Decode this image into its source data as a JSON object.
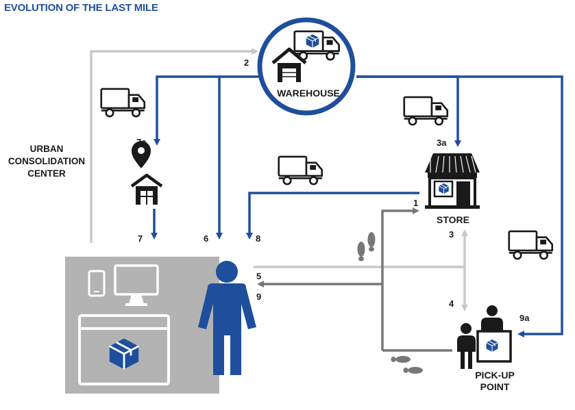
{
  "title": "EVOLUTION OF THE LAST MILE",
  "colors": {
    "blue": "#1f4f9c",
    "light_gray": "#c8c8c8",
    "dark_gray": "#777777",
    "panel_gray": "#b3b3b3",
    "black": "#1a1a1a"
  },
  "nodes": {
    "warehouse": "WAREHOUSE",
    "store": "STORE",
    "pickup_line1": "PICK-UP",
    "pickup_line2": "POINT",
    "ucc_line1": "URBAN",
    "ucc_line2": "CONSOLIDATION",
    "ucc_line3": "CENTER"
  },
  "route_labels": {
    "r1": "1",
    "r2": "2",
    "r3": "3",
    "r3a": "3a",
    "r4": "4",
    "r5": "5",
    "r6": "6",
    "r7": "7",
    "r7a": "7a",
    "r8": "8",
    "r9": "9",
    "r9a": "9a"
  },
  "icons": [
    "truck-icon",
    "warehouse-icon",
    "store-icon",
    "location-pin-icon",
    "person-icon",
    "phone-icon",
    "monitor-icon",
    "package-icon",
    "footprints-icon",
    "clerk-icon"
  ]
}
